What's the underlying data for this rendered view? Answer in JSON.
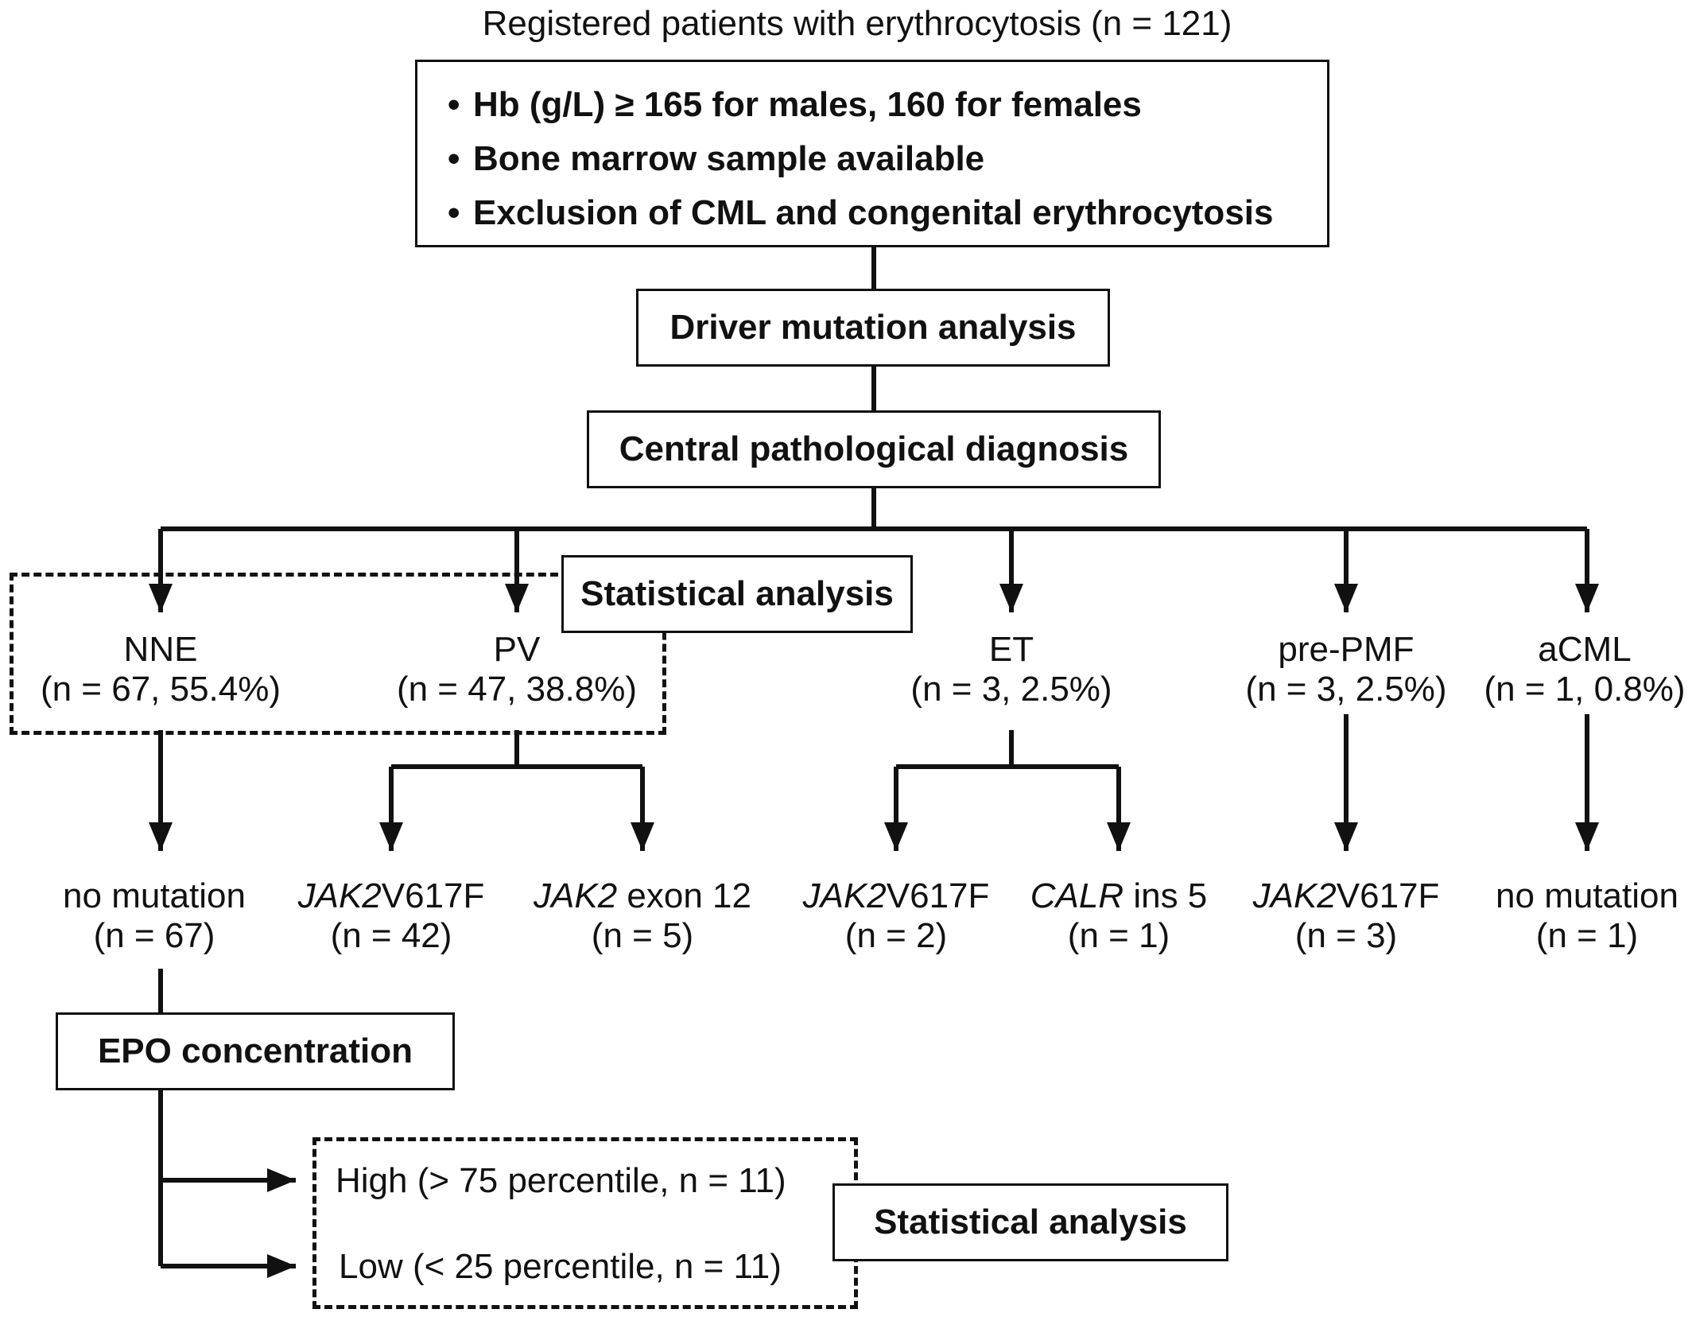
{
  "title": "Registered patients with erythrocytosis (n = 121)",
  "criteria": [
    "Hb (g/L) ≥ 165 for males, 160 for females",
    "Bone marrow sample available",
    "Exclusion of CML and congenital erythrocytosis"
  ],
  "bullet": "•",
  "steps": {
    "driver": "Driver mutation analysis",
    "central": "Central pathological diagnosis",
    "statistical_1": "Statistical analysis",
    "epo": "EPO concentration",
    "statistical_2": "Statistical analysis"
  },
  "diagnoses": [
    {
      "name": "NNE",
      "count": "(n = 67, 55.4%)"
    },
    {
      "name": "PV",
      "count": "(n = 47, 38.8%)"
    },
    {
      "name": "ET",
      "count": "(n = 3, 2.5%)"
    },
    {
      "name": "pre-PMF",
      "count": "(n = 3, 2.5%)"
    },
    {
      "name": "aCML",
      "count": "(n = 1, 0.8%)"
    }
  ],
  "mutations": [
    {
      "gene": "",
      "rest": "no mutation",
      "count": "(n = 67)"
    },
    {
      "gene": "JAK2",
      "rest": "V617F",
      "count": "(n = 42)"
    },
    {
      "gene": "JAK2",
      "rest": " exon 12",
      "count": "(n = 5)"
    },
    {
      "gene": "JAK2",
      "rest": "V617F",
      "count": "(n = 2)"
    },
    {
      "gene": "CALR",
      "rest": " ins 5",
      "count": "(n = 1)"
    },
    {
      "gene": "JAK2",
      "rest": "V617F",
      "count": "(n = 3)"
    },
    {
      "gene": "",
      "rest": "no mutation",
      "count": "(n = 1)"
    }
  ],
  "epo_groups": {
    "high": "High (> 75 percentile, n = 11)",
    "low": "Low (< 25 percentile, n = 11)"
  },
  "colors": {
    "line": "#111111",
    "background": "#ffffff"
  }
}
